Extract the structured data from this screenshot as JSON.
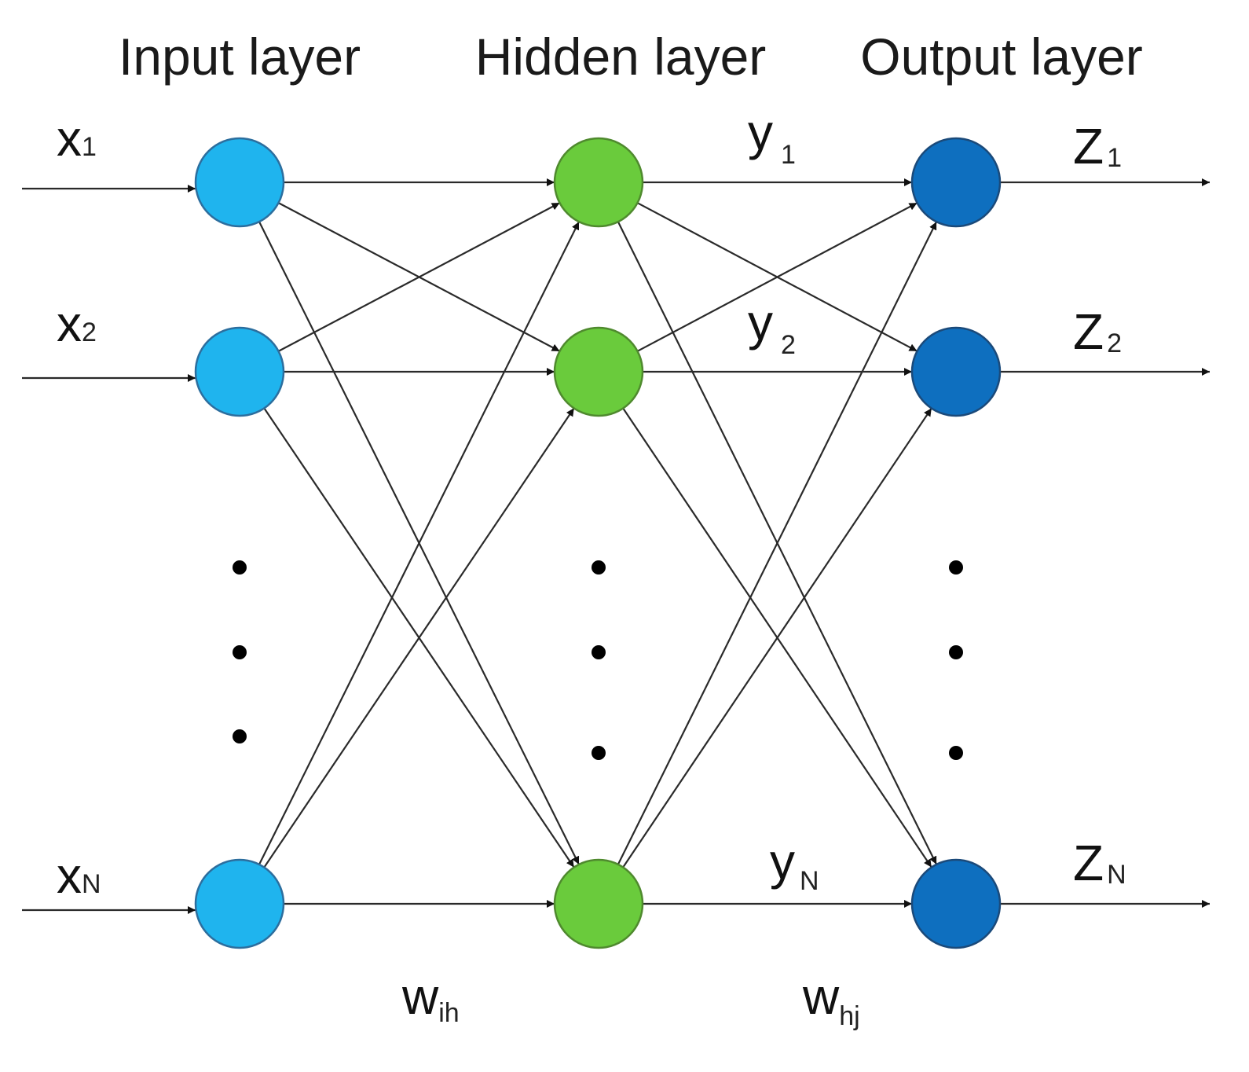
{
  "layers": [
    {
      "title": "Input layer",
      "node_color": "#1fb4ee",
      "stroke_color": "#2c6e9e",
      "nodes": [
        {
          "label": "x",
          "sub": "1"
        },
        {
          "label": "x",
          "sub": "2"
        },
        {
          "label": "x",
          "sub": "N"
        }
      ]
    },
    {
      "title": "Hidden layer",
      "node_color": "#6acb3c",
      "stroke_color": "#4f8a2e",
      "nodes": [
        {
          "label": "y",
          "sub": "1"
        },
        {
          "label": "y",
          "sub": "2"
        },
        {
          "label": "y",
          "sub": "N"
        }
      ]
    },
    {
      "title": "Output layer",
      "node_color": "#0e6fbf",
      "stroke_color": "#1b4a7a",
      "nodes": [
        {
          "label": "Z",
          "sub": "1"
        },
        {
          "label": "Z",
          "sub": "2"
        },
        {
          "label": "Z",
          "sub": "N"
        }
      ]
    }
  ],
  "weights": [
    {
      "label": "w",
      "sub": "ih"
    },
    {
      "label": "w",
      "sub": "hj"
    }
  ],
  "edge_color": "#2a2a2a"
}
